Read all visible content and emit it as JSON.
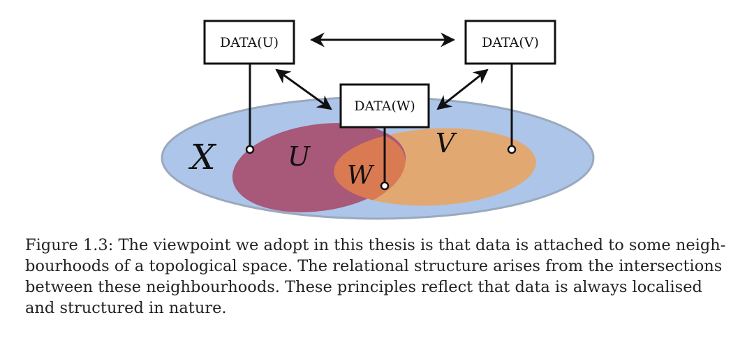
{
  "diagram": {
    "boxes": {
      "u": "DATA(U)",
      "v": "DATA(V)",
      "w": "DATA(W)"
    },
    "sets": {
      "x": "X",
      "u": "U",
      "v": "V",
      "w": "W"
    },
    "colors": {
      "space_x": "#adc5e8",
      "space_x_border": "#9aa9bd",
      "set_u": "#a85878",
      "set_v": "#e2a871",
      "intersection_w": "#d97a52",
      "line": "#111111"
    }
  },
  "caption": {
    "lines": [
      "Figure 1.3: The viewpoint we adopt in this thesis is that data is attached to some neigh-",
      "bourhoods of a topological space. The relational structure arises from the intersections",
      "between these neighbourhoods. These principles reflect that data is always localised",
      "and structured in nature."
    ]
  }
}
